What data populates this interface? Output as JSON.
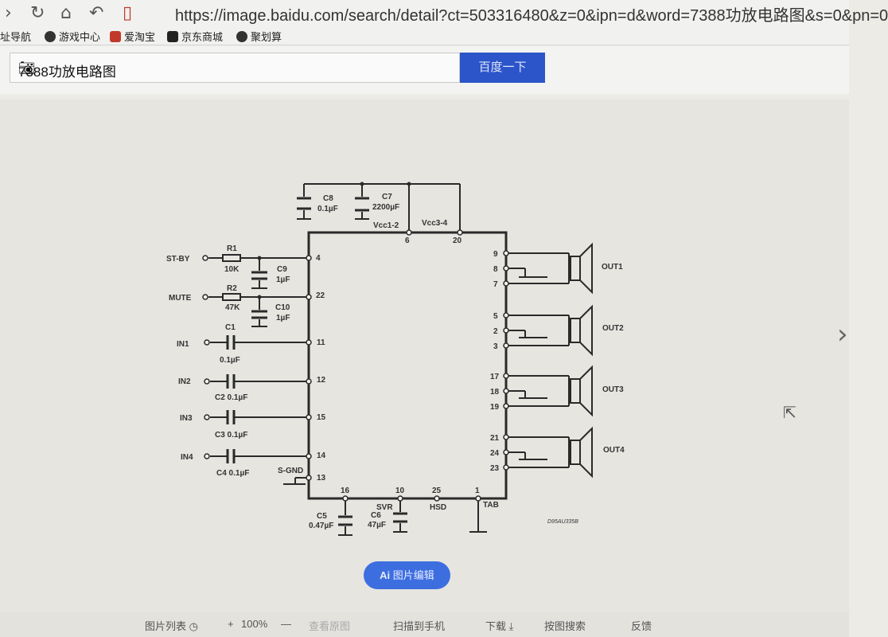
{
  "browser": {
    "url": "https://image.baidu.com/search/detail?ct=503316480&z=0&ipn=d&word=7388功放电路图&s=0&pn=0"
  },
  "bookmarks": [
    {
      "label": "址导航",
      "icon": "chevron-icon"
    },
    {
      "label": "游戏中心",
      "icon": "globe-icon"
    },
    {
      "label": "爱淘宝",
      "icon": "taobao-icon"
    },
    {
      "label": "京东商城",
      "icon": "jd-icon"
    },
    {
      "label": "聚划算",
      "icon": "globe-icon"
    }
  ],
  "search": {
    "query": "7388功放电路图",
    "button_label": "百度一下"
  },
  "schematic": {
    "labels": {
      "st_by": "ST-BY",
      "mute": "MUTE",
      "in1": "IN1",
      "in2": "IN2",
      "in3": "IN3",
      "in4": "IN4",
      "r1": "R1",
      "r1v": "10K",
      "r2": "R2",
      "r2v": "47K",
      "c1": "C1",
      "c1v": "0.1µF",
      "c2": "C2 0.1µF",
      "c3": "C3 0.1µF",
      "c4": "C4 0.1µF",
      "c5": "C5",
      "c5v": "0.47µF",
      "c6": "C6",
      "c6v": "47µF",
      "c7": "C7",
      "c7v": "2200µF",
      "c8": "C8",
      "c8v": "0.1µF",
      "c9": "C9",
      "c9v": "1µF",
      "c10": "C10",
      "c10v": "1µF",
      "vcc12": "Vcc1-2",
      "vcc34": "Vcc3-4",
      "sgnd": "S-GND",
      "svr": "SVR",
      "hsd": "HSD",
      "tab": "TAB",
      "out1": "OUT1",
      "out2": "OUT2",
      "out3": "OUT3",
      "out4": "OUT4",
      "code": "D95AU335B"
    },
    "pins": {
      "p6": "6",
      "p20": "20",
      "p4": "4",
      "p22": "22",
      "p11": "11",
      "p12": "12",
      "p15": "15",
      "p14": "14",
      "p13": "13",
      "p16": "16",
      "p10": "10",
      "p25": "25",
      "p1": "1",
      "p9": "9",
      "p8": "8",
      "p7": "7",
      "p5": "5",
      "p2": "2",
      "p3": "3",
      "p17": "17",
      "p18": "18",
      "p19": "19",
      "p21": "21",
      "p24": "24",
      "p23": "23"
    }
  },
  "ai_button": {
    "icon": "Ai",
    "label": "图片编辑"
  },
  "bottom_bar": {
    "list": "图片列表",
    "zoom_in": "+",
    "zoom": "100%",
    "zoom_out": "—",
    "original": "查看原图",
    "phone": "扫描到手机",
    "download": "下载",
    "search_by_image": "按图搜索",
    "feedback": "反馈"
  }
}
